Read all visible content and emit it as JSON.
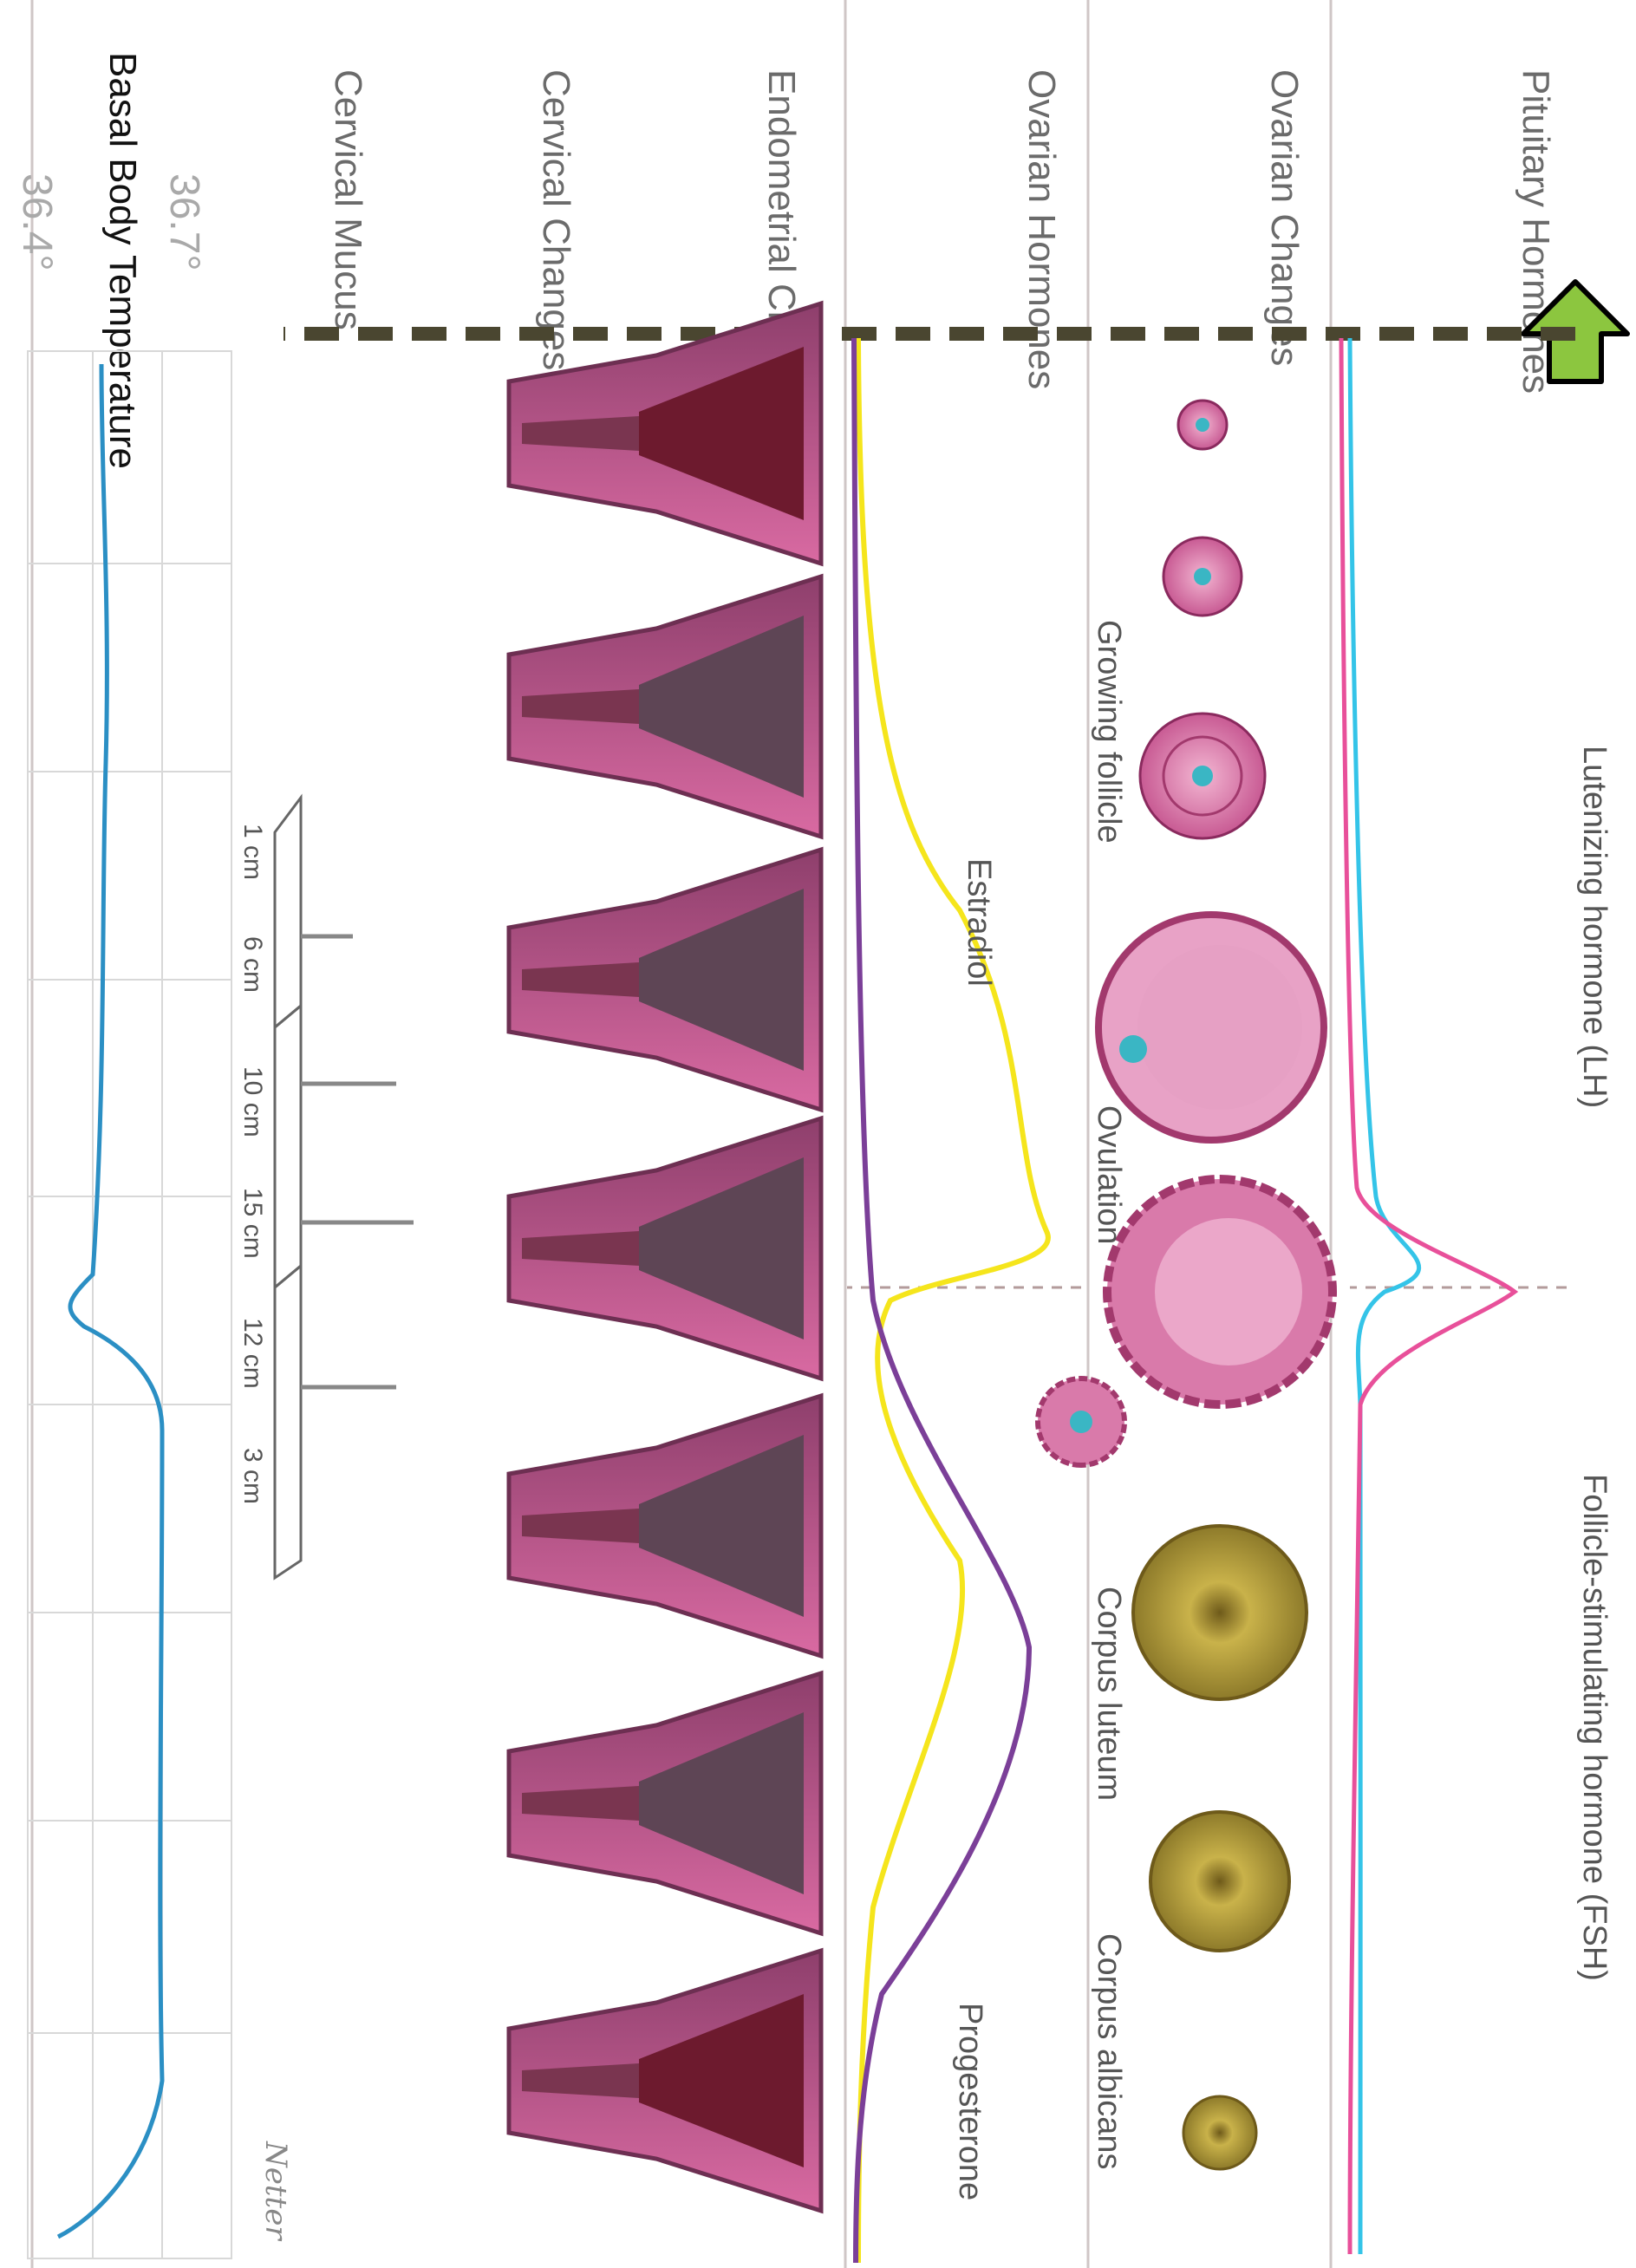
{
  "rows": {
    "pituitary": "Pituitary Hormones",
    "ovarian_changes": "Ovarian Changes",
    "ovarian_hormones": "Ovarian Hormones",
    "endometrial": "Endometrial Changes",
    "cervical_changes": "Cervical Changes",
    "cervical_mucus": "Cervical Mucus",
    "bbt": "Basal Body Temperature"
  },
  "hormones": {
    "lh": "Lutenizing hormone (LH)",
    "fsh": "Follicle-stimulating hormone (FSH)",
    "estradiol": "Estradiol",
    "progesterone": "Progesterone"
  },
  "ovary_labels": {
    "growing": "Growing follicle",
    "ovulation": "Ovulation",
    "luteum": "Corpus luteum",
    "albicans": "Corpus albicans"
  },
  "mucus_stretch": [
    "1 cm",
    "6 cm",
    "10 cm",
    "15 cm",
    "12 cm",
    "3 cm"
  ],
  "temperature": {
    "high": "36.7°",
    "low": "36.4°"
  },
  "signature": "Netter",
  "colors": {
    "lh": "#e8509a",
    "fsh": "#34c4e8",
    "estradiol": "#f5e51c",
    "progesterone": "#7b3f98",
    "bbt_curve": "#2b8fc4",
    "marker_arrow": "#8cc63f",
    "dashed_marker": "#4a4630",
    "tissue": "#c3588f",
    "corpus": "#b7a135"
  }
}
